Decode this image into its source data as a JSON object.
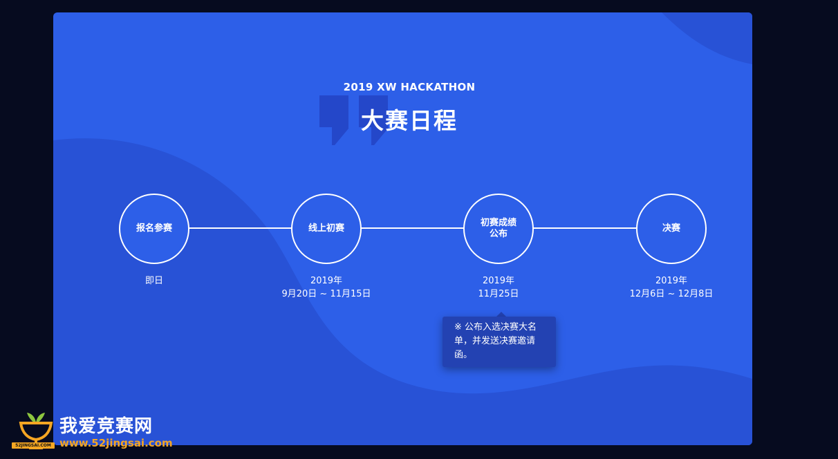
{
  "header": {
    "subtitle": "2019 XW HACKATHON",
    "title": "大赛日程"
  },
  "timeline": {
    "nodes": [
      {
        "label": "报名参赛",
        "date_line1": "即日",
        "date_line2": ""
      },
      {
        "label": "线上初赛",
        "date_line1": "2019年",
        "date_line2": "9月20日 ~ 11月15日"
      },
      {
        "label": "初赛成绩公布",
        "date_line1": "2019年",
        "date_line2": "11月25日"
      },
      {
        "label": "决赛",
        "date_line1": "2019年",
        "date_line2": "12月6日 ~ 12月8日"
      }
    ]
  },
  "tooltip": {
    "text": "※ 公布入选决赛大名单，并发送决赛邀请函。"
  },
  "watermark": {
    "title": "我爱竞赛网",
    "url": "www.52jingsai.com",
    "badge": "52JINGSAI.COM"
  },
  "colors": {
    "page_bg": "#060b1f",
    "card_bg": "#2d5fe8",
    "wave_dark": "#2852d6",
    "tooltip_bg": "#2342b2",
    "logo_accent": "#f5a623"
  },
  "icons": {
    "quote": "quote-mark-icon",
    "logo": "trophy-sprout-icon"
  }
}
